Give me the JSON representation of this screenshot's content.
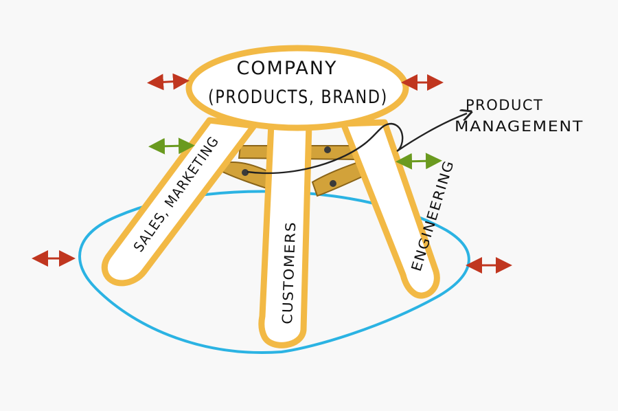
{
  "seat": {
    "line1": "COMPANY",
    "line2": "(PRODUCTS, BRAND)"
  },
  "legs": {
    "left": "SALES, MARKETING",
    "middle": "CUSTOMERS",
    "right": "ENGINEERING"
  },
  "annotation": {
    "line1": "PRODUCT",
    "line2": "MANAGEMENT"
  },
  "colors": {
    "stool_outline": "#f2b945",
    "stool_fill": "#ffffff",
    "brace": "#d2a23a",
    "base_ellipse": "#2bb3e3",
    "arrow_red": "#c0361f",
    "arrow_green": "#6a9a1f",
    "ink": "#222222",
    "background": "#f8f8f8"
  }
}
